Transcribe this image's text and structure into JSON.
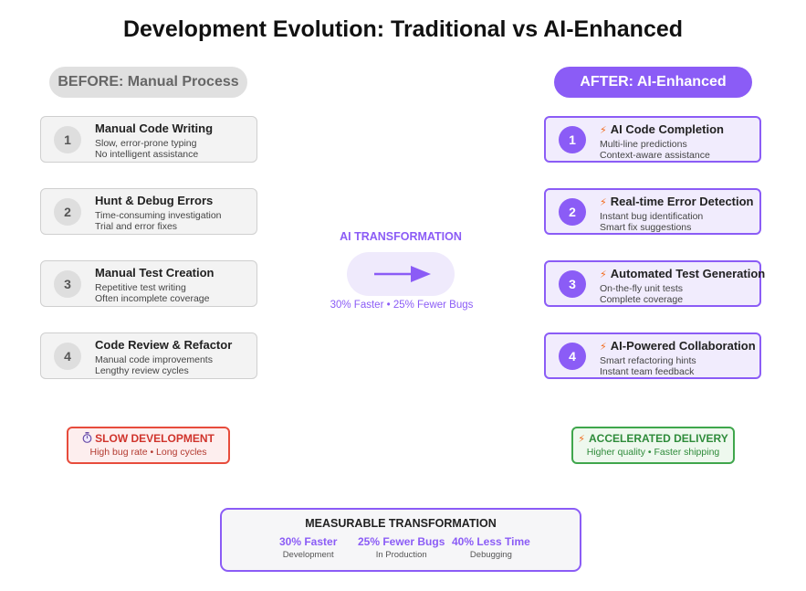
{
  "title": "Development Evolution: Traditional vs AI-Enhanced",
  "before": {
    "label": "BEFORE: Manual Process",
    "steps": [
      {
        "num": "1",
        "title": "Manual Code Writing",
        "desc1": "Slow, error-prone typing",
        "desc2": "No intelligent assistance"
      },
      {
        "num": "2",
        "title": "Hunt & Debug Errors",
        "desc1": "Time-consuming investigation",
        "desc2": "Trial and error fixes"
      },
      {
        "num": "3",
        "title": "Manual Test Creation",
        "desc1": "Repetitive test writing",
        "desc2": "Often incomplete coverage"
      },
      {
        "num": "4",
        "title": "Code Review & Refactor",
        "desc1": "Manual code improvements",
        "desc2": "Lengthy review cycles"
      }
    ],
    "outcome": {
      "icon": "timer-icon",
      "title": "SLOW DEVELOPMENT",
      "sub": "High bug rate • Long cycles"
    }
  },
  "after": {
    "label": "AFTER: AI-Enhanced",
    "steps": [
      {
        "num": "1",
        "title": "AI Code Completion",
        "desc1": "Multi-line predictions",
        "desc2": "Context-aware assistance"
      },
      {
        "num": "2",
        "title": "Real-time Error Detection",
        "desc1": "Instant bug identification",
        "desc2": "Smart fix suggestions"
      },
      {
        "num": "3",
        "title": "Automated Test Generation",
        "desc1": "On-the-fly unit tests",
        "desc2": "Complete coverage"
      },
      {
        "num": "4",
        "title": "AI-Powered Collaboration",
        "desc1": "Smart refactoring hints",
        "desc2": "Instant team feedback"
      }
    ],
    "outcome": {
      "icon": "lightning-icon",
      "title": "ACCELERATED DELIVERY",
      "sub": "Higher quality • Faster shipping"
    }
  },
  "transformation": {
    "label": "AI TRANSFORMATION",
    "sub": "30% Faster • 25% Fewer Bugs",
    "icon": "right-arrow-icon"
  },
  "metrics": {
    "title": "MEASURABLE TRANSFORMATION",
    "items": [
      {
        "value": "30% Faster",
        "label": "Development"
      },
      {
        "value": "25% Fewer Bugs",
        "label": "In Production"
      },
      {
        "value": "40% Less Time",
        "label": "Debugging"
      }
    ]
  },
  "colors": {
    "accent": "#8b5cf6",
    "slow": "#e74c3c",
    "fast": "#3fa64c",
    "bolt": "#f26a1b"
  }
}
